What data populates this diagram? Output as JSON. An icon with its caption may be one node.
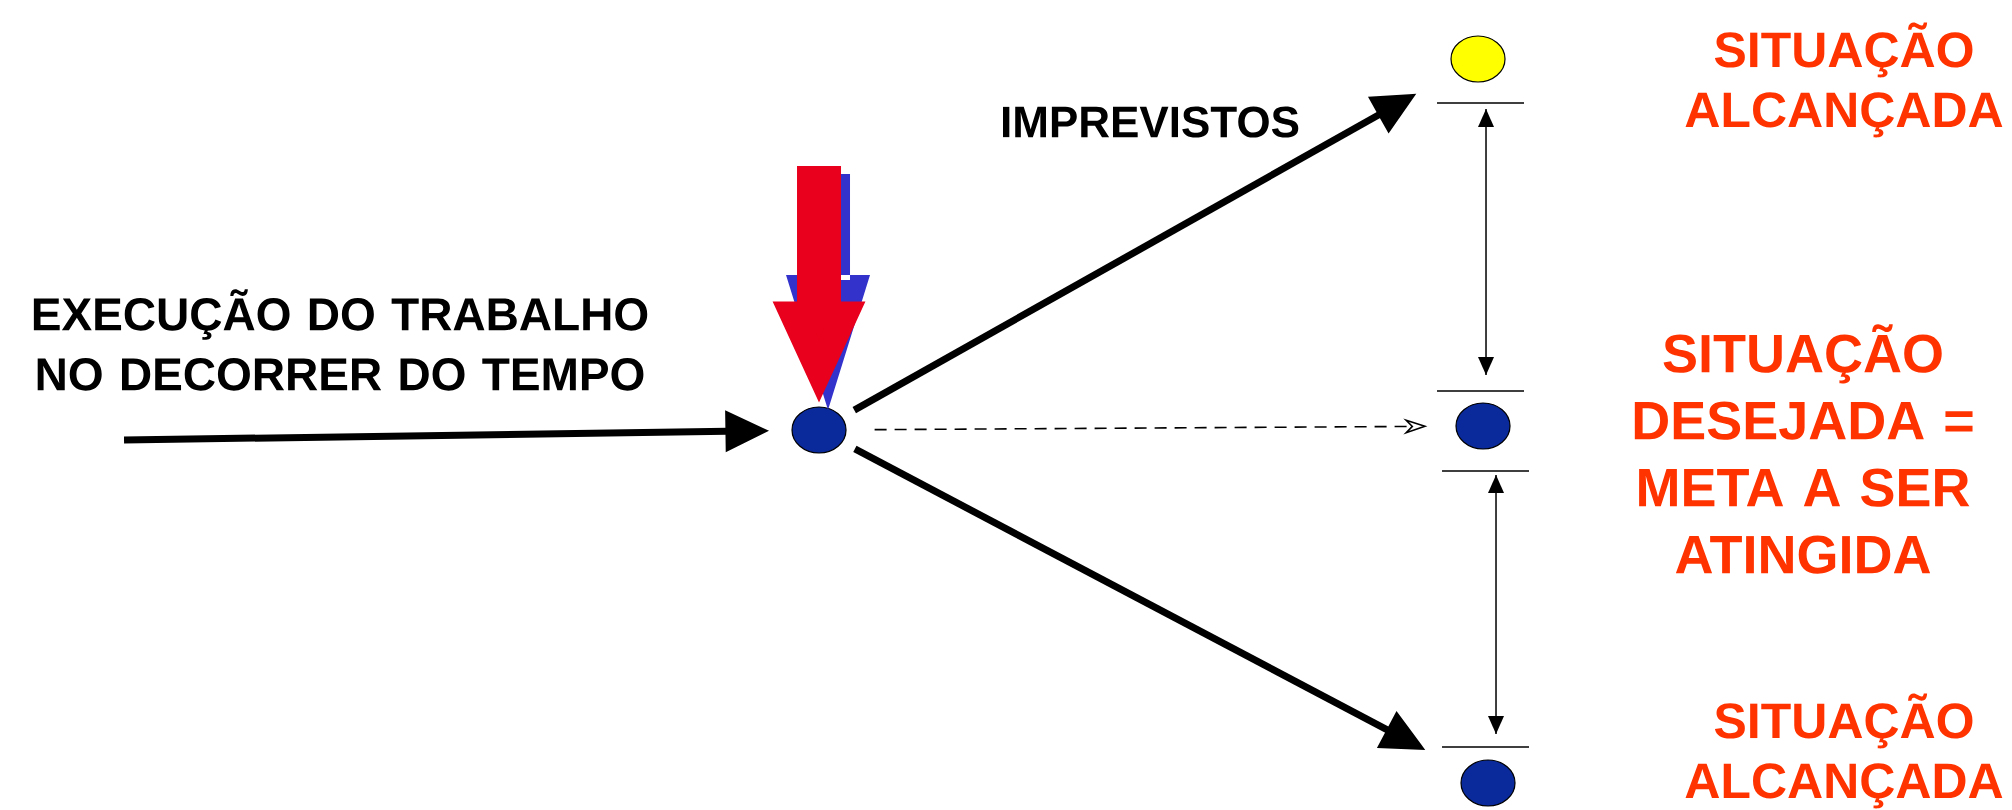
{
  "diagram": {
    "nodes": [
      {
        "text": [],
        "shape": "circle"
      },
      {
        "text": [],
        "shape": "circle",
        "beside": [
          "SITUAÇÃO ALCANÇADA"
        ]
      },
      {
        "text": [],
        "shape": "circle",
        "beside": [
          "SITUAÇÃO DESEJADA = META A SER ATINGIDA"
        ]
      },
      {
        "text": [],
        "shape": "circle",
        "beside": [
          "SITUAÇÃO ALCANÇADA"
        ]
      }
    ],
    "edges": [
      {
        "from": null,
        "to": 0,
        "arrow": "to"
      },
      {
        "from": null,
        "to": 0,
        "arrow": "to",
        "style": "thick",
        "color": "#e8001c"
      },
      {
        "from": 0,
        "to": 1,
        "arrow": "to"
      },
      {
        "from": 0,
        "to": 2,
        "arrow": "to",
        "style": "dashed"
      },
      {
        "from": 0,
        "to": 3,
        "arrow": "to"
      }
    ],
    "labels": [
      "IMPREVISTOS",
      "EXECUÇÃO DO TRABALHO NO DECORRER DO TEMPO"
    ]
  }
}
